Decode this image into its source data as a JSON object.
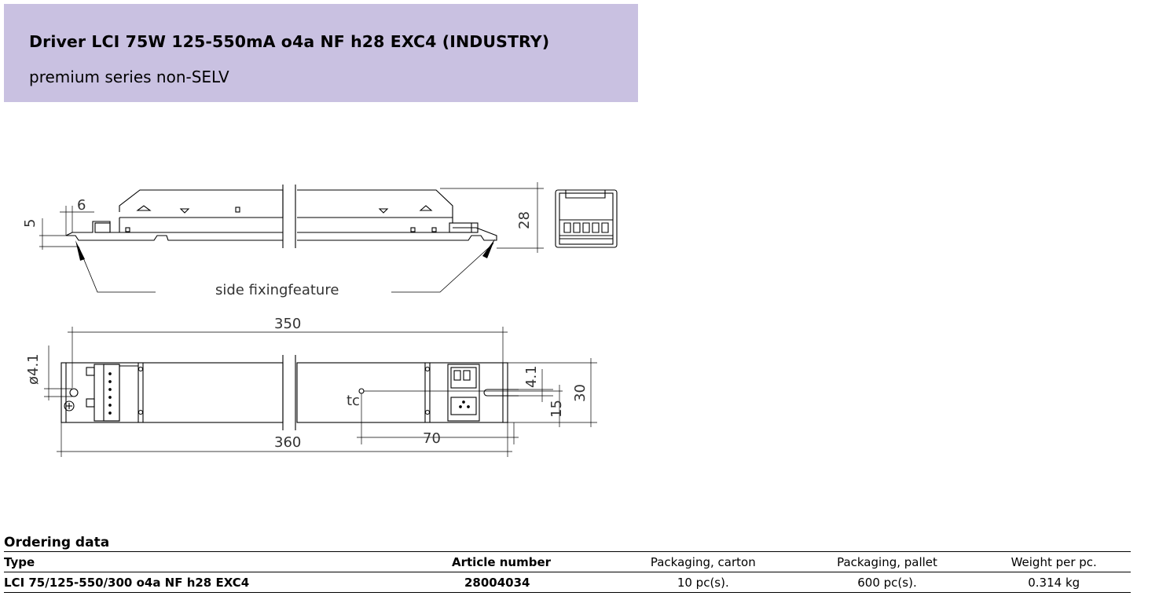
{
  "header": {
    "title": "Driver LCI 75W 125-550mA o4a NF h28 EXC4 (INDUSTRY)",
    "subtitle": "premium series non-SELV"
  },
  "drawing": {
    "side_label": "side fixingfeature",
    "dims": {
      "d6": "6",
      "d5": "5",
      "d28": "28",
      "d350": "350",
      "d360": "360",
      "d70": "70",
      "d4_1": "4.1",
      "d15": "15",
      "d30": "30",
      "dia": "ø4.1",
      "tc": "tc"
    }
  },
  "ordering": {
    "heading": "Ordering data",
    "columns": {
      "type": "Type",
      "article": "Article number",
      "carton": "Packaging, carton",
      "pallet": "Packaging, pallet",
      "weight": "Weight per pc."
    },
    "rows": [
      {
        "type": "LCI 75/125-550/300 o4a NF h28 EXC4",
        "article": "28004034",
        "carton": "10 pc(s).",
        "pallet": "600 pc(s).",
        "weight": "0.314 kg"
      }
    ]
  }
}
